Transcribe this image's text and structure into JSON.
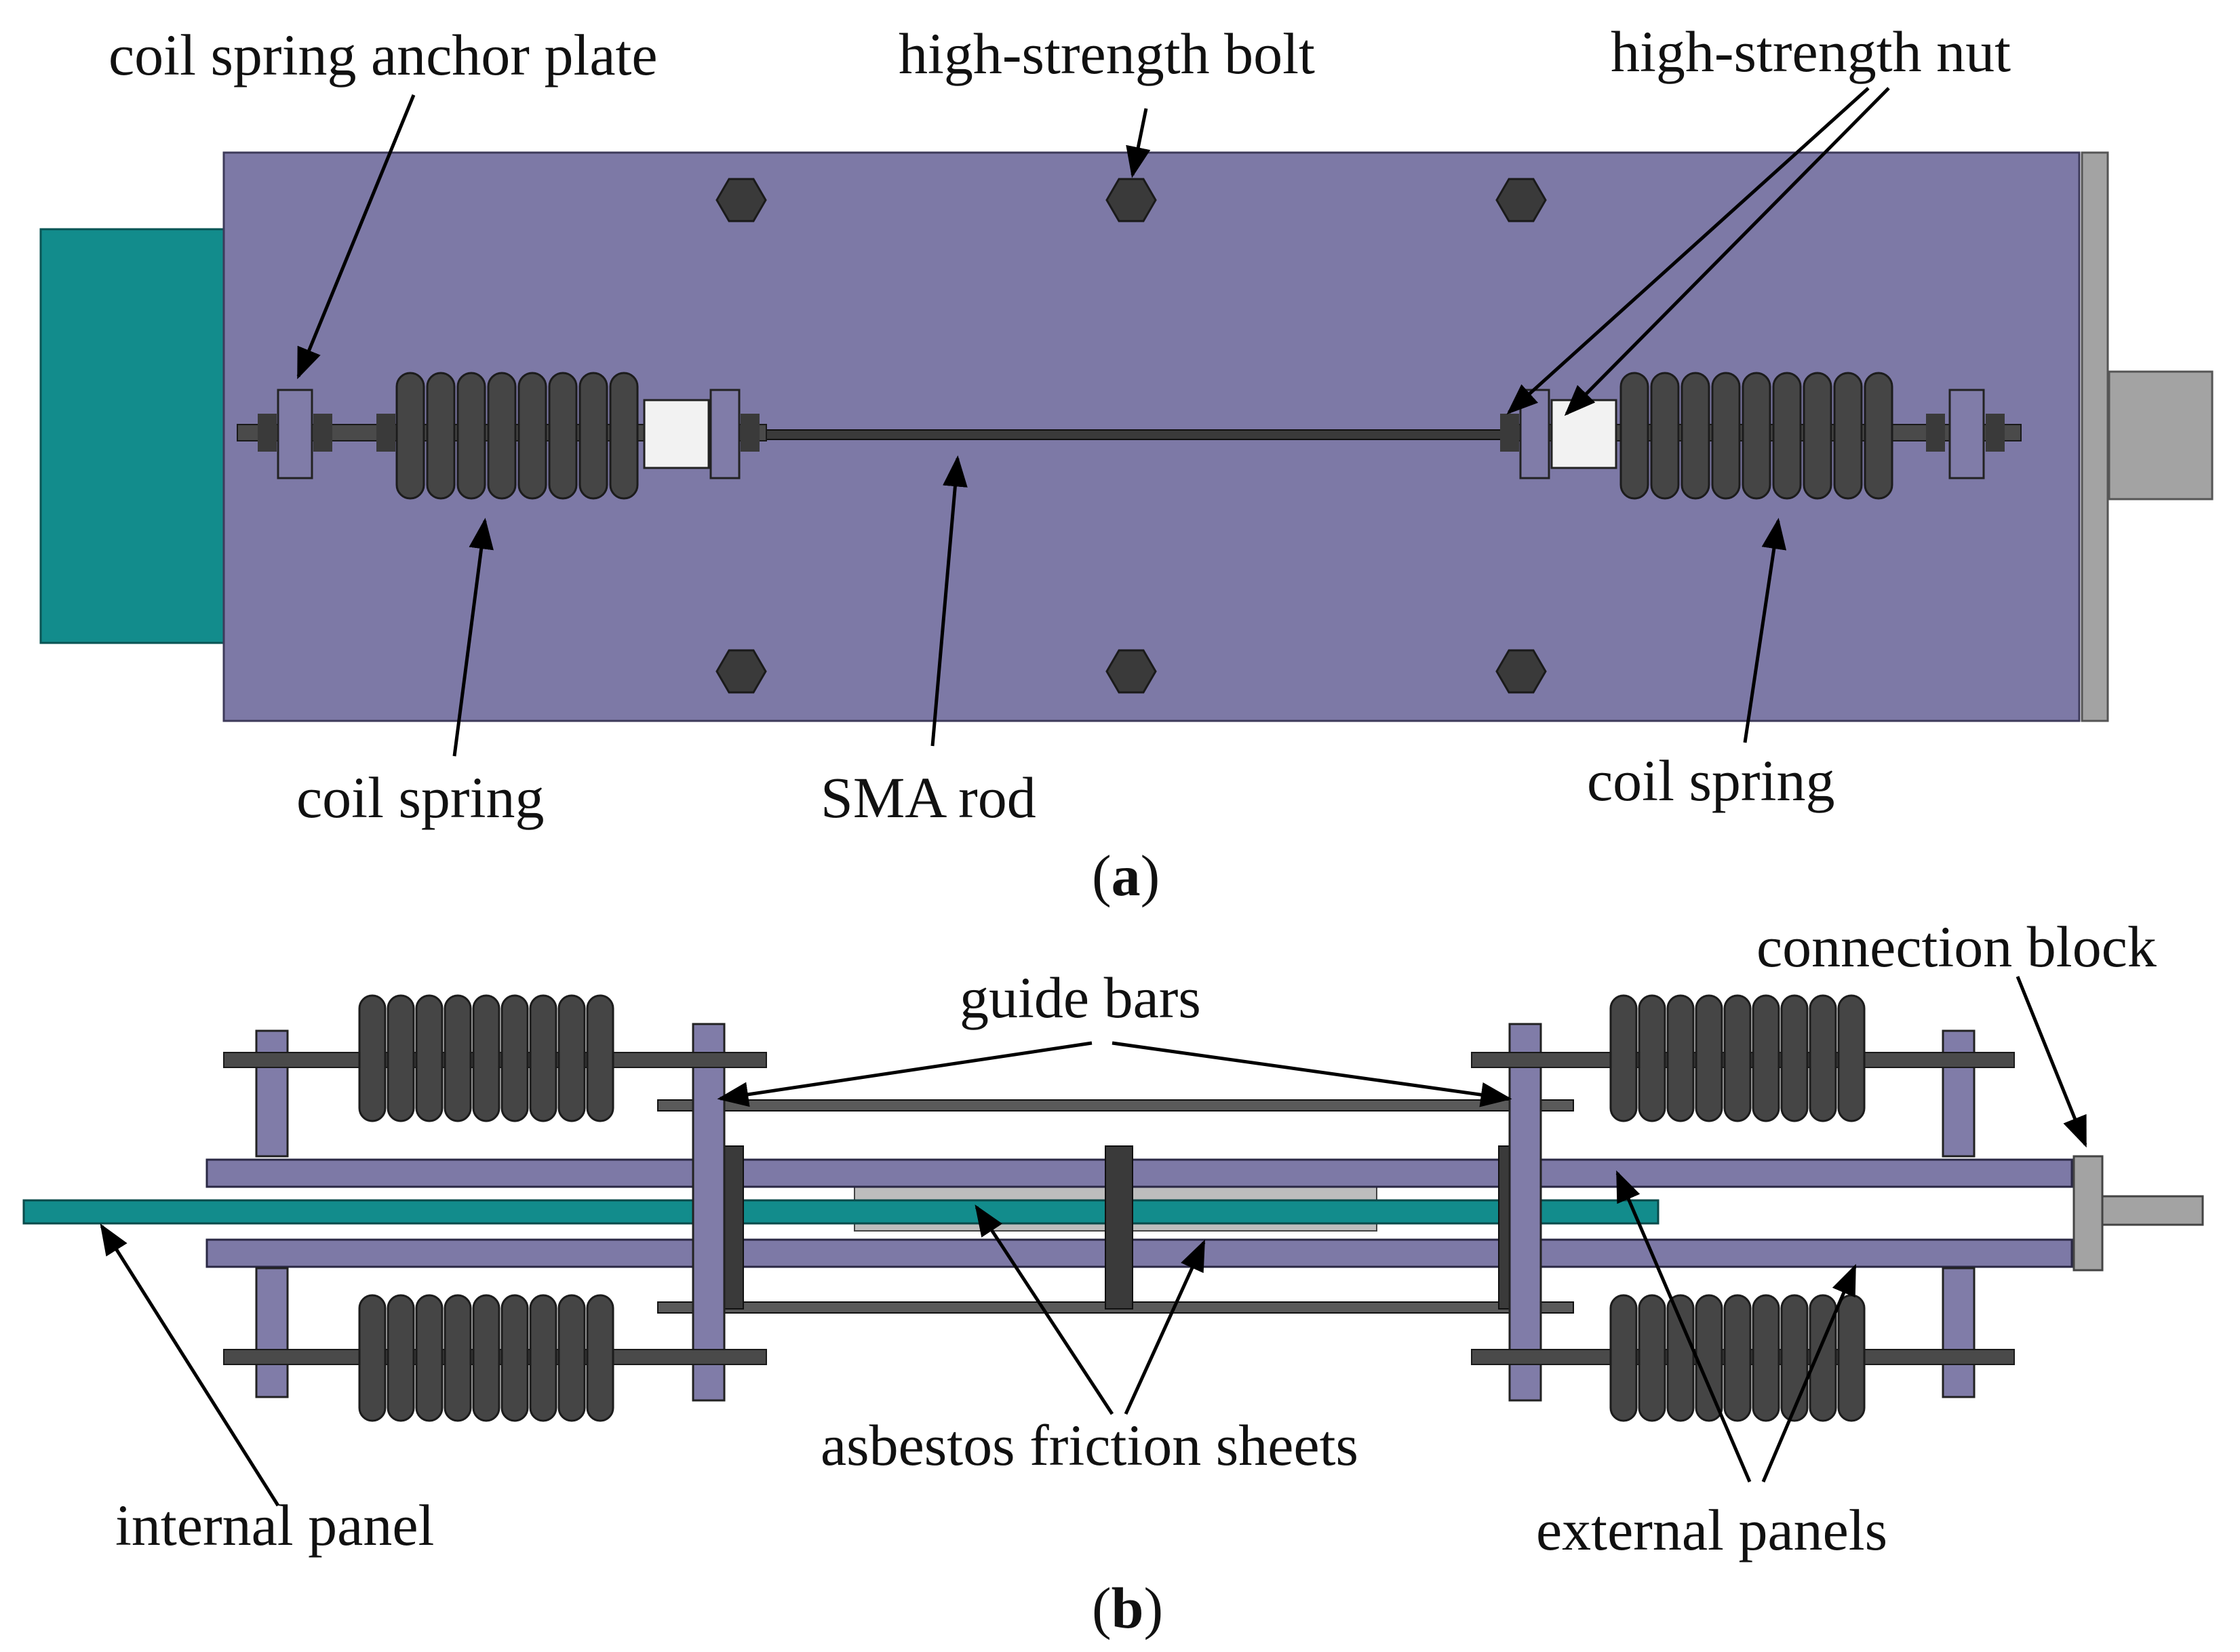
{
  "panel_a": {
    "caption_letter": "a",
    "labels": {
      "anchor_plate": "coil spring anchor plate",
      "bolt": "high-strength bolt",
      "nut": "high-strength nut",
      "spring_left": "coil spring",
      "sma_rod": "SMA rod",
      "spring_right": "coil spring"
    }
  },
  "panel_b": {
    "caption_letter": "b",
    "labels": {
      "connection_block": "connection block",
      "guide_bars": "guide bars",
      "friction_sheets": "asbestos friction sheets",
      "internal_panel": "internal panel",
      "external_panels": "external panels"
    }
  },
  "colors": {
    "plate": "#7d79a6",
    "teal": "#128c8c",
    "gray": "#a3a3a3",
    "dark_steel": "#3a3a3a",
    "anchor_plate": "#807ca8"
  }
}
